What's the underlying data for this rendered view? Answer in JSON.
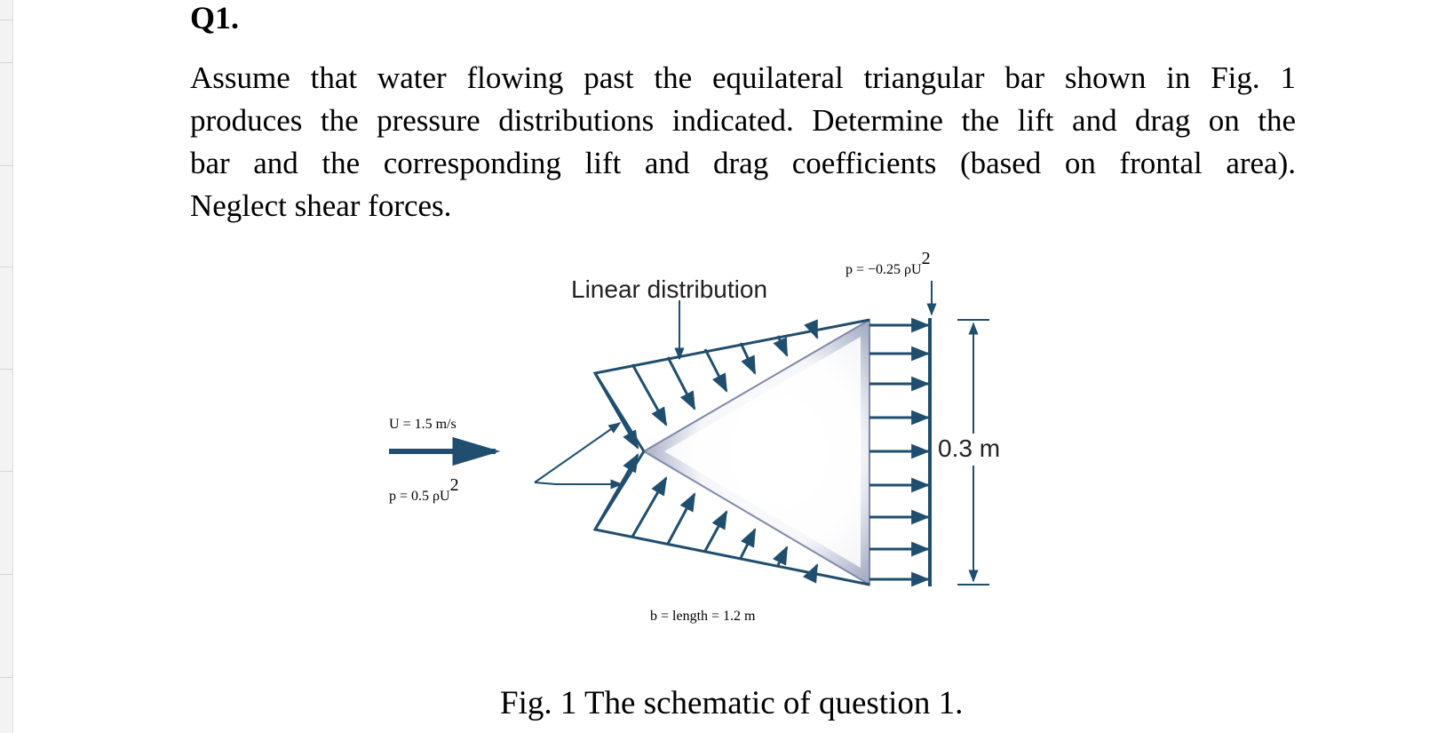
{
  "question": {
    "heading": "Q1.",
    "lines": [
      "Assume that water flowing past the equilateral triangular bar shown in Fig. 1",
      "produces the pressure distributions indicated. Determine the lift and drag on the",
      "bar and the corresponding lift and drag coefficients (based on frontal area).",
      "Neglect shear forces."
    ]
  },
  "figure": {
    "linear_label": "Linear distribution",
    "p_top_prefix": "p",
    "p_top_value": " = −0.25 ",
    "p_top_rho": "ρU",
    "p_top_exp": "2",
    "u_symbol": "U",
    "u_value": " = 1.5 m/s",
    "p_front_prefix": "p",
    "p_front_value": " = 0.5 ",
    "p_front_rho": "ρU",
    "p_front_exp": "2",
    "height_label": "0.3 m",
    "b_symbol": "b",
    "b_value": " = length = 1.2 m",
    "colors": {
      "line": "#1f4e6e",
      "triangle_fill": "#c8cede"
    }
  },
  "caption": "Fig. 1 The schematic of question 1."
}
